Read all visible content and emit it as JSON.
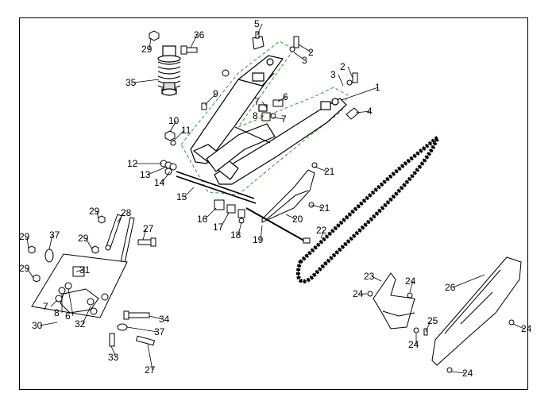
{
  "diagram": {
    "callouts": [
      {
        "id": "c36",
        "text": "36"
      },
      {
        "id": "c29a",
        "text": "29"
      },
      {
        "id": "c35",
        "text": "35"
      },
      {
        "id": "c5",
        "text": "5"
      },
      {
        "id": "c2a",
        "text": "2"
      },
      {
        "id": "c3a",
        "text": "3"
      },
      {
        "id": "c9",
        "text": "9"
      },
      {
        "id": "c2b",
        "text": "2"
      },
      {
        "id": "c3b",
        "text": "3"
      },
      {
        "id": "c1",
        "text": "1"
      },
      {
        "id": "c6",
        "text": "6"
      },
      {
        "id": "c7a",
        "text": "7"
      },
      {
        "id": "c8a",
        "text": "8"
      },
      {
        "id": "c7b",
        "text": "7"
      },
      {
        "id": "c4",
        "text": "4"
      },
      {
        "id": "c10",
        "text": "10"
      },
      {
        "id": "c11",
        "text": "11"
      },
      {
        "id": "c12",
        "text": "12"
      },
      {
        "id": "c13",
        "text": "13"
      },
      {
        "id": "c14",
        "text": "14"
      },
      {
        "id": "c21a",
        "text": "21"
      },
      {
        "id": "c15",
        "text": "15"
      },
      {
        "id": "c21b",
        "text": "21"
      },
      {
        "id": "c16",
        "text": "16"
      },
      {
        "id": "c20",
        "text": "20"
      },
      {
        "id": "c17",
        "text": "17"
      },
      {
        "id": "c18",
        "text": "18"
      },
      {
        "id": "c19",
        "text": "19"
      },
      {
        "id": "c22",
        "text": "22"
      },
      {
        "id": "c28",
        "text": "28"
      },
      {
        "id": "c29b",
        "text": "29"
      },
      {
        "id": "c37a",
        "text": "37"
      },
      {
        "id": "c29c",
        "text": "29"
      },
      {
        "id": "c27a",
        "text": "27"
      },
      {
        "id": "c29d",
        "text": "29"
      },
      {
        "id": "c29e",
        "text": "29"
      },
      {
        "id": "c31",
        "text": "31"
      },
      {
        "id": "c7c",
        "text": "7"
      },
      {
        "id": "c8b",
        "text": "8"
      },
      {
        "id": "c6b",
        "text": "6"
      },
      {
        "id": "c32",
        "text": "32"
      },
      {
        "id": "c30",
        "text": "30"
      },
      {
        "id": "c34",
        "text": "34"
      },
      {
        "id": "c37b",
        "text": "37"
      },
      {
        "id": "c33",
        "text": "33"
      },
      {
        "id": "c27b",
        "text": "27"
      },
      {
        "id": "c23",
        "text": "23"
      },
      {
        "id": "c24a",
        "text": "24"
      },
      {
        "id": "c24b",
        "text": "24"
      },
      {
        "id": "c26",
        "text": "26"
      },
      {
        "id": "c25",
        "text": "25"
      },
      {
        "id": "c24c",
        "text": "24"
      },
      {
        "id": "c24d",
        "text": "24"
      },
      {
        "id": "c24e",
        "text": "24"
      }
    ],
    "colors": {
      "line": "#000000",
      "dashed_outline": "#2e9e2e",
      "part_fill": "#ffffff",
      "shade": "#c8c8c8"
    }
  }
}
